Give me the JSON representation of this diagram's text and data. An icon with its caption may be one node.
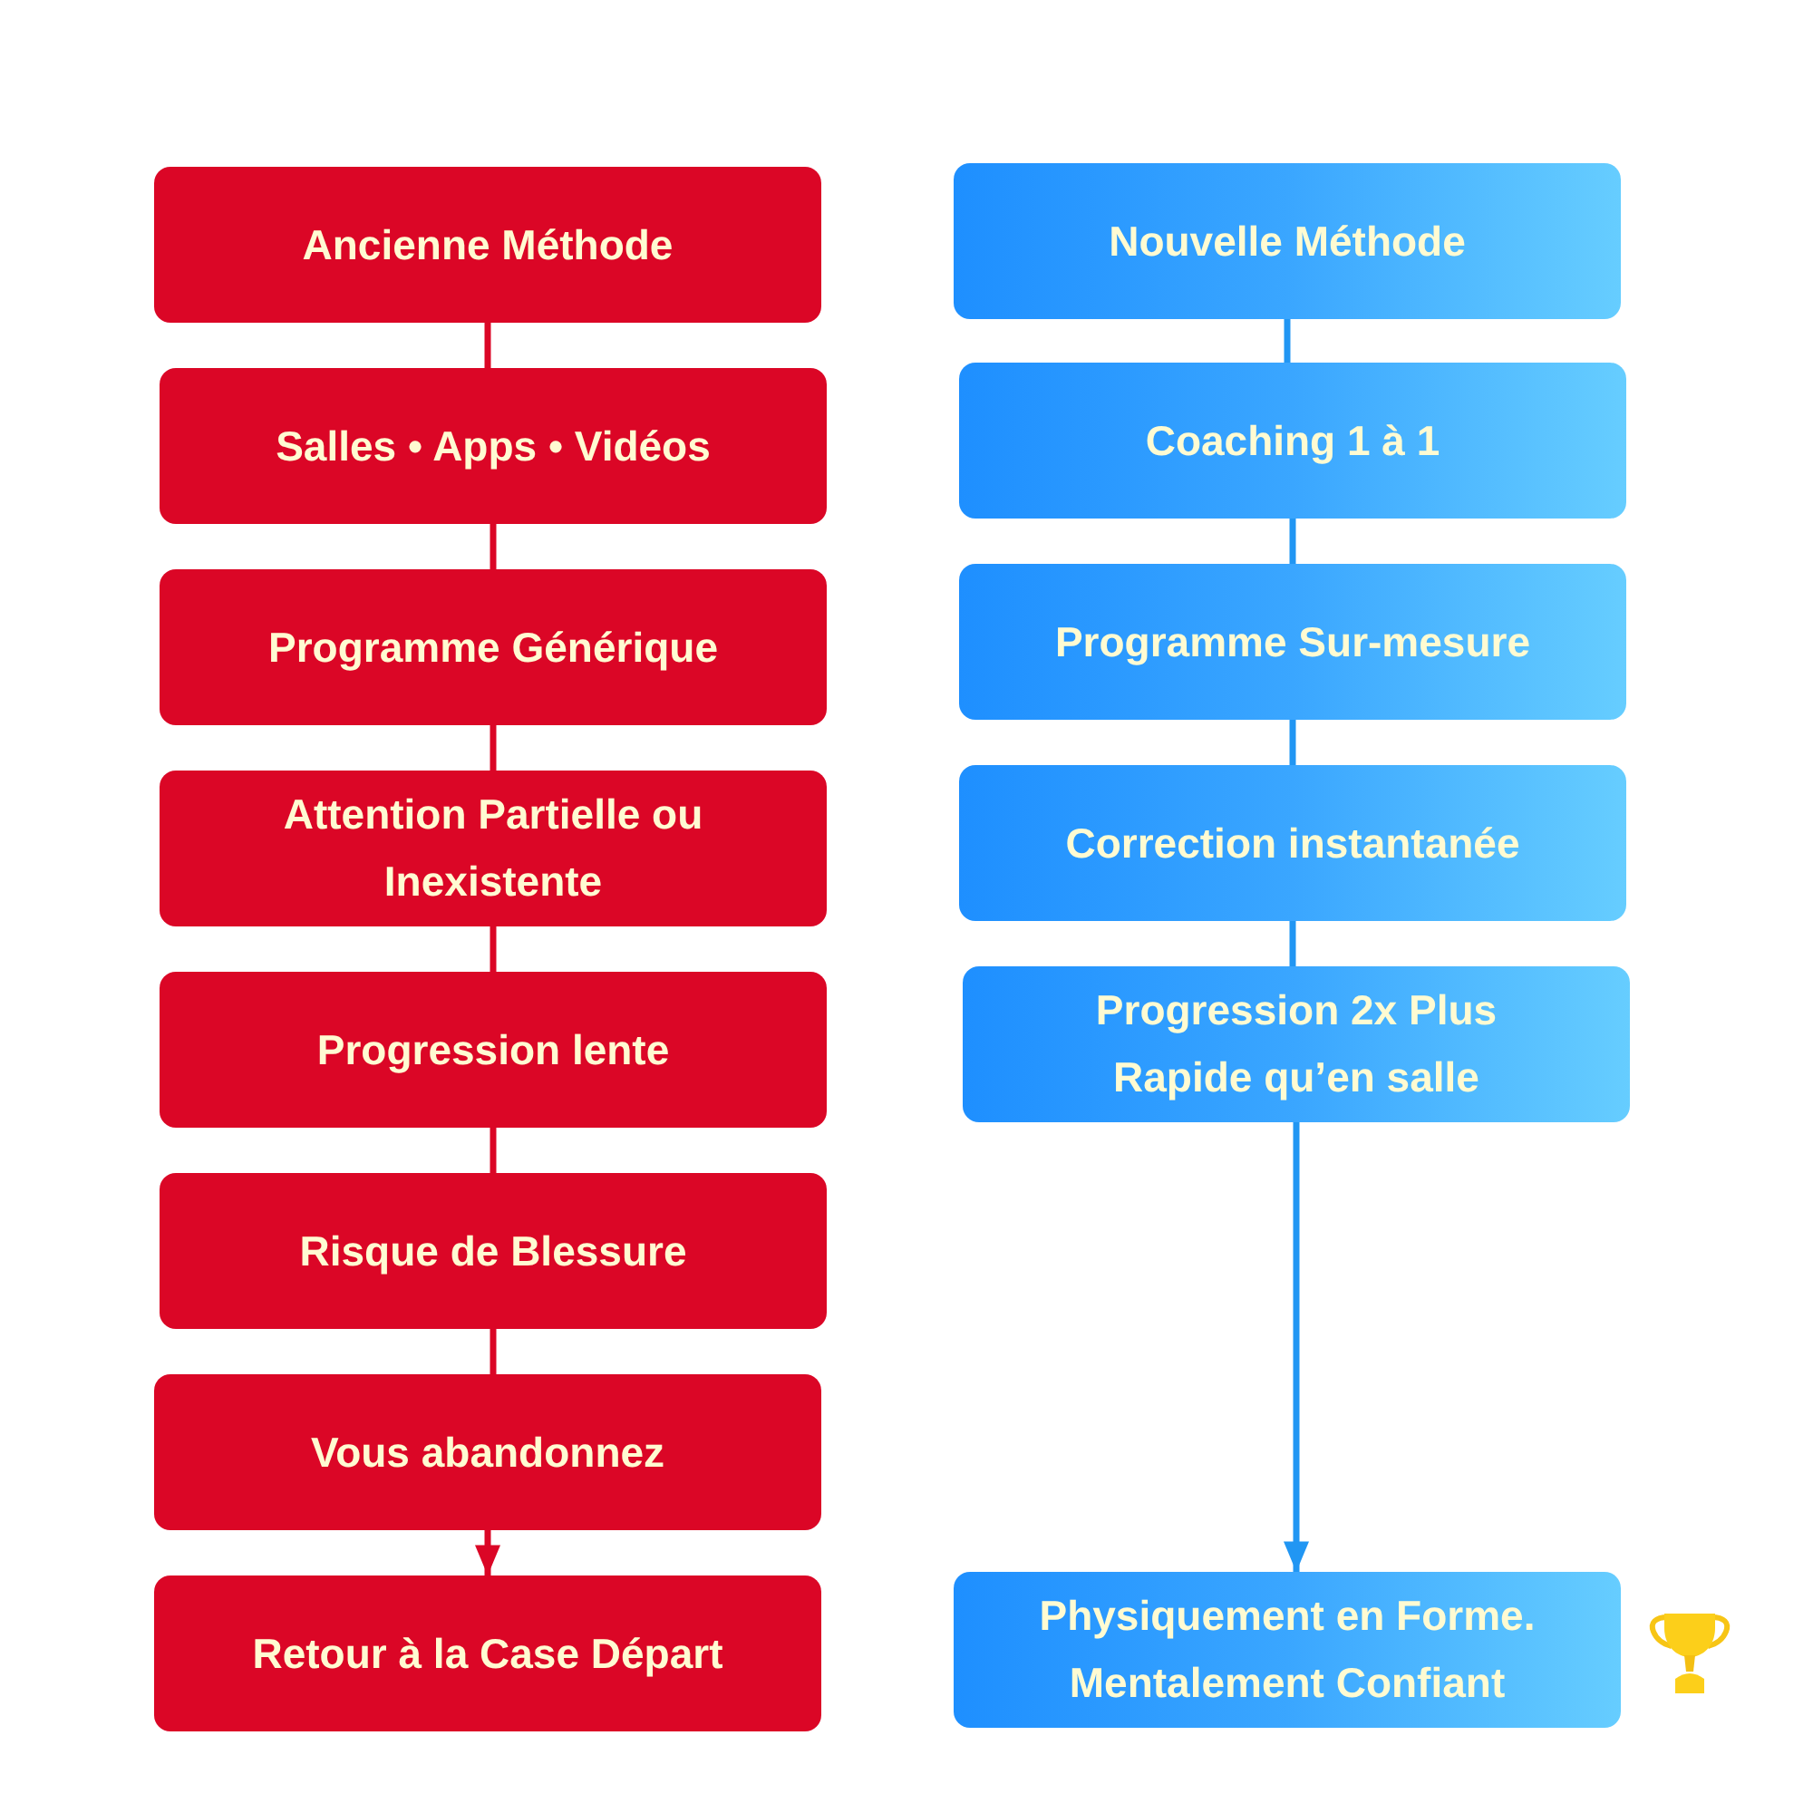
{
  "diagram": {
    "nodes": [
      {
        "text": [
          "Ancienne Méthode"
        ]
      },
      {
        "text": [
          "Salles • Apps • Vidéos"
        ]
      },
      {
        "text": [
          "Programme Générique"
        ]
      },
      {
        "text": [
          "Attention Partielle ou Inexistente"
        ]
      },
      {
        "text": [
          "Progression lente"
        ]
      },
      {
        "text": [
          "Risque de Blessure"
        ]
      },
      {
        "text": [
          "Vous abandonnez"
        ]
      },
      {
        "text": [
          "Retour à la Case Départ"
        ]
      },
      {
        "text": [
          "Nouvelle Méthode"
        ]
      },
      {
        "text": [
          "Coaching 1 à 1"
        ]
      },
      {
        "text": [
          "Programme Sur-mesure"
        ]
      },
      {
        "text": [
          "Correction instantanée"
        ]
      },
      {
        "text": [
          "Progression 2x Plus Rapide qu’en salle"
        ]
      },
      {
        "text": [
          "Physiquement en Forme. Mentalement Confiant"
        ]
      }
    ],
    "edges": [
      {
        "from": 0,
        "to": 1,
        "arrow": "none"
      },
      {
        "from": 1,
        "to": 2,
        "arrow": "none"
      },
      {
        "from": 2,
        "to": 3,
        "arrow": "none"
      },
      {
        "from": 3,
        "to": 4,
        "arrow": "none"
      },
      {
        "from": 4,
        "to": 5,
        "arrow": "none"
      },
      {
        "from": 5,
        "to": 6,
        "arrow": "none"
      },
      {
        "from": 6,
        "to": 7,
        "arrow": "to"
      },
      {
        "from": 8,
        "to": 9,
        "arrow": "none",
        "color": "#2196f3"
      },
      {
        "from": 9,
        "to": 10,
        "arrow": "none",
        "color": "#2196f3"
      },
      {
        "from": 10,
        "to": 11,
        "arrow": "none",
        "color": "#2196f3"
      },
      {
        "from": 11,
        "to": 12,
        "arrow": "none",
        "color": "#2196f3"
      },
      {
        "from": 12,
        "to": 13,
        "arrow": "to",
        "color": "#2196f3"
      }
    ]
  }
}
